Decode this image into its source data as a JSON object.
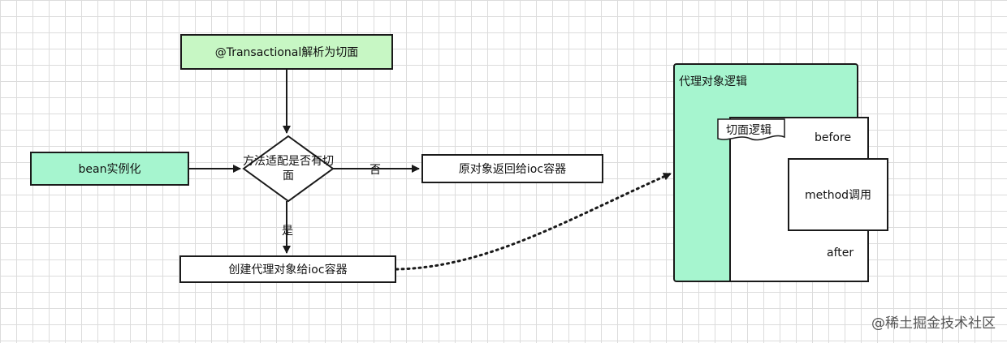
{
  "nodes": {
    "transactional": "@Transactional解析为切面",
    "bean": "bean实例化",
    "decision": "方法适配是否有切面",
    "return_original": "原对象返回给ioc容器",
    "create_proxy": "创建代理对象给ioc容器"
  },
  "edge_labels": {
    "no": "否",
    "yes": "是"
  },
  "proxy": {
    "title": "代理对象逻辑",
    "aspect_tag": "切面逻辑",
    "before": "before",
    "method": "method调用",
    "after": "after"
  },
  "watermark": "@稀土掘金技术社区",
  "colors": {
    "light_green": "#c7f7c4",
    "mint": "#a6f5cf",
    "stroke": "#1a1a1a"
  }
}
